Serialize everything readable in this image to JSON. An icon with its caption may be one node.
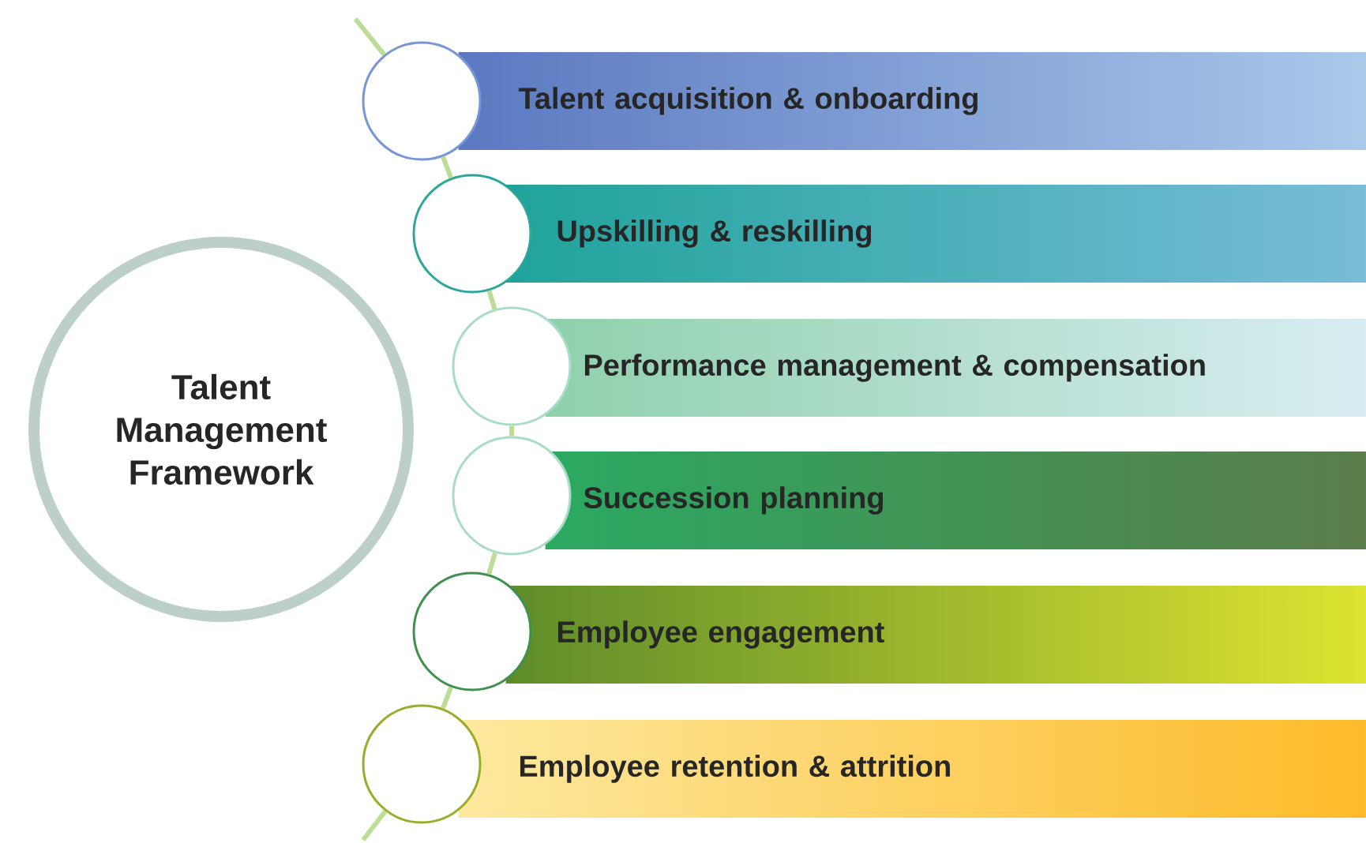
{
  "diagram": {
    "nodes": [
      {
        "text": [
          "Talent Management Framework"
        ]
      },
      {
        "text": [
          "Talent acquisition & onboarding"
        ]
      },
      {
        "text": [
          "Upskilling & reskilling"
        ]
      },
      {
        "text": [
          "Performance management & compensation"
        ]
      },
      {
        "text": [
          "Succession planning"
        ]
      },
      {
        "text": [
          "Employee engagement"
        ]
      },
      {
        "text": [
          "Employee retention & attrition"
        ]
      },
      {
        "text": [],
        "shape": "circle"
      },
      {
        "text": [],
        "shape": "circle"
      },
      {
        "text": [],
        "shape": "circle"
      },
      {
        "text": [],
        "shape": "circle"
      },
      {
        "text": [],
        "shape": "circle"
      },
      {
        "text": [],
        "shape": "circle"
      }
    ],
    "edges": [
      {
        "from": null,
        "to": 7,
        "arrow": "none"
      },
      {
        "from": 7,
        "to": 8,
        "arrow": "none"
      },
      {
        "from": 8,
        "to": 9,
        "arrow": "none"
      },
      {
        "from": 9,
        "to": 10,
        "arrow": "none"
      },
      {
        "from": 10,
        "to": 11,
        "arrow": "none"
      },
      {
        "from": 11,
        "to": 12,
        "arrow": "none"
      },
      {
        "from": 12,
        "to": null,
        "arrow": "none"
      }
    ]
  }
}
